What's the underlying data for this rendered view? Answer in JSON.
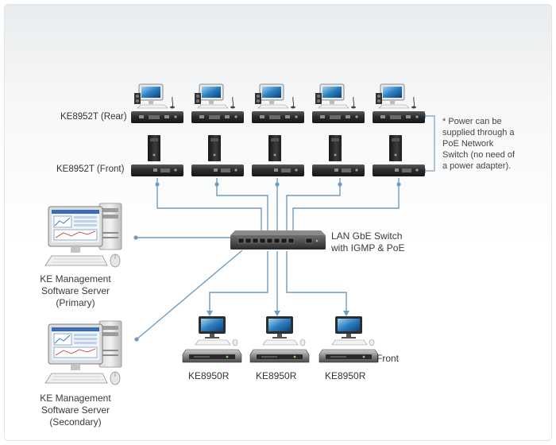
{
  "labels": {
    "rear": "KE8952T (Rear)",
    "front": "KE8952T (Front)",
    "note": [
      "* Power can be",
      "supplied through a",
      "PoE Network",
      "Switch (no need of",
      "a power adapter)."
    ],
    "switch": [
      "LAN GbE Switch",
      "with IGMP & PoE"
    ],
    "server_primary": [
      "KE Management",
      "Software Server",
      "(Primary)"
    ],
    "server_secondary": [
      "KE Management",
      "Software Server",
      "(Secondary)"
    ],
    "receivers": [
      "KE8950R",
      "KE8950R",
      "KE8950R"
    ],
    "receiver_side": "Front"
  },
  "colors": {
    "cable": "#6f9cc0",
    "bracket": "#7f9fb8",
    "device": "#2f2f2f"
  },
  "icons": {
    "transmitter_user": "pc-workstation-icon",
    "transmitter_unit": "kvm-extender-icon",
    "computer": "tower-pc-icon",
    "switch": "network-switch-icon",
    "server": "server-workstation-icon",
    "receiver_console": "monitor-keyboard-mouse-icon",
    "receiver_unit": "kvm-receiver-icon"
  }
}
